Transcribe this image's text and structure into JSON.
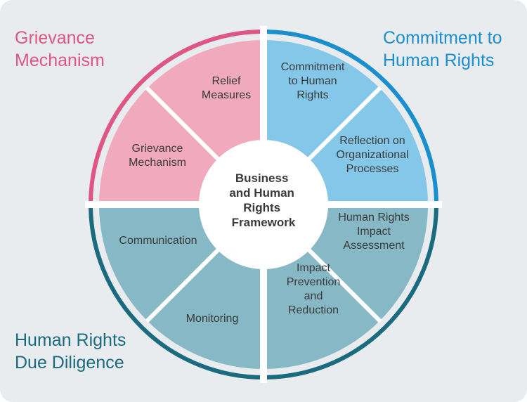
{
  "colors": {
    "background": "#e9ecef",
    "grievance_accent": "#e05682",
    "grievance_fill": "#f0a9bd",
    "commitment_accent": "#1a8fd0",
    "commitment_fill": "#84c7e9",
    "due_diligence_accent": "#1b6b80",
    "due_diligence_fill": "#87b8c6",
    "divider": "#ffffff",
    "text": "#3a3a3a"
  },
  "corner_labels": {
    "grievance": "Grievance\nMechanism",
    "commitment": "Commitment to\nHuman Rights",
    "due_diligence": "Human Rights\nDue Diligence"
  },
  "center": {
    "lines": [
      "Business",
      "and Human",
      "Rights",
      "Framework"
    ]
  },
  "segments": [
    {
      "group": "grievance",
      "lines": [
        "Relief",
        "Measures"
      ]
    },
    {
      "group": "grievance",
      "lines": [
        "Grievance",
        "Mechanism"
      ]
    },
    {
      "group": "commitment",
      "lines": [
        "Commitment",
        "to Human",
        "Rights"
      ]
    },
    {
      "group": "commitment",
      "lines": [
        "Reflection on",
        "Organizational",
        "Processes"
      ]
    },
    {
      "group": "due_diligence",
      "lines": [
        "Human Rights",
        "Impact",
        "Assessment"
      ]
    },
    {
      "group": "due_diligence",
      "lines": [
        "Impact",
        "Prevention",
        "and",
        "Reduction"
      ]
    },
    {
      "group": "due_diligence",
      "lines": [
        "Monitoring"
      ]
    },
    {
      "group": "due_diligence",
      "lines": [
        "Communication"
      ]
    }
  ]
}
